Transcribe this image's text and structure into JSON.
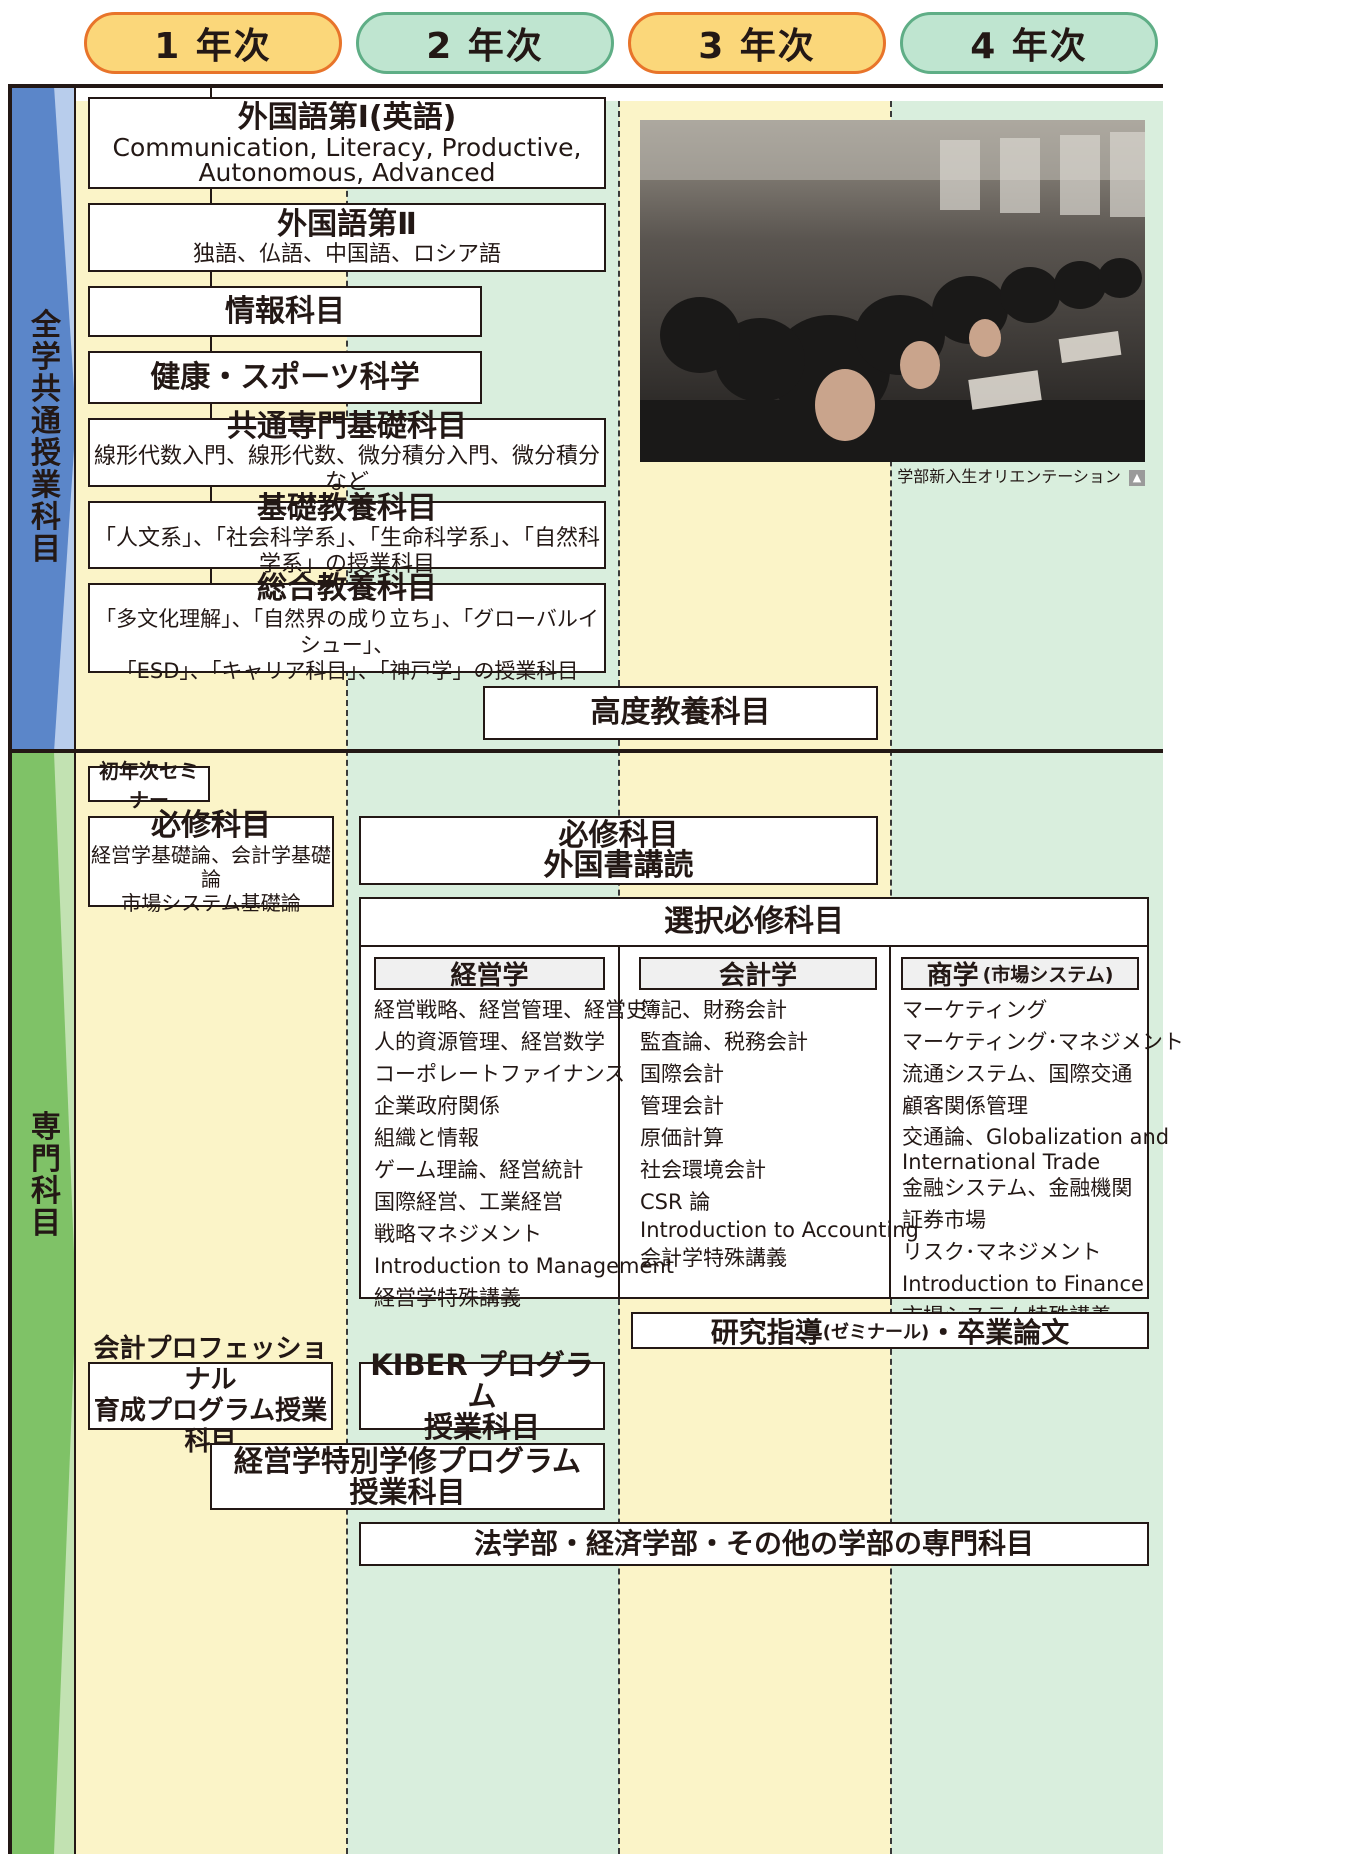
{
  "years": [
    "1 年次",
    "2 年次",
    "3 年次",
    "4 年次"
  ],
  "section_common": {
    "label": "全学共通授業科目",
    "foreign1": {
      "title": "外国語第Ⅰ(英語)",
      "sub1": "Communication, Literacy, Productive,",
      "sub2": "Autonomous, Advanced"
    },
    "foreign2": {
      "title": "外国語第Ⅱ",
      "sub": "独語、仏語、中国語、ロシア語"
    },
    "info": "情報科目",
    "health": "健康・スポーツ科学",
    "common_basic": {
      "title": "共通専門基礎科目",
      "sub": "線形代数入門、線形代数、微分積分入門、微分積分など"
    },
    "liberal": {
      "title": "基礎教養科目",
      "sub": "「人文系」、「社会科学系」、「生命科学系」、「自然科学系」の授業科目"
    },
    "general": {
      "title": "総合教養科目",
      "sub1": "「多文化理解」、「自然界の成り立ち」、「グローバルイシュー」、",
      "sub2": "「ESD」、「キャリア科目」、「神戸学」の授業科目"
    },
    "advanced": "高度教養科目",
    "photo_caption": "学部新入生オリエンテーション"
  },
  "section_major": {
    "label": "専門科目",
    "seminar": "初年次セミナー",
    "required1": {
      "title": "必修科目",
      "sub1": "経営学基礎論、会計学基礎論",
      "sub2": "市場システム基礎論"
    },
    "required2": {
      "title1": "必修科目",
      "title2": "外国書講読"
    },
    "elective": {
      "title": "選択必修科目",
      "columns": [
        {
          "head": "経営学",
          "head_small": "",
          "items": [
            "経営戦略、経営管理、経営史",
            "人的資源管理、経営数学",
            "コーポレートファイナンス",
            "企業政府関係",
            "組織と情報",
            "ゲーム理論、経営統計",
            "国際経営、工業経営",
            "戦略マネジメント",
            "Introduction to Management",
            "経営学特殊講義"
          ]
        },
        {
          "head": "会計学",
          "head_small": "",
          "items": [
            "簿記、財務会計",
            "監査論、税務会計",
            "国際会計",
            "管理会計",
            "原価計算",
            "社会環境会計",
            "CSR 論",
            "Introduction to Accounting",
            "会計学特殊講義"
          ]
        },
        {
          "head": "商学",
          "head_small": "(市場システム)",
          "items": [
            "マーケティング",
            "マーケティング･マネジメント",
            "流通システム、国際交通",
            "顧客関係管理",
            "交通論、Globalization and",
            "International Trade",
            "金融システム、金融機関",
            "証券市場",
            "リスク･マネジメント",
            "Introduction to Finance",
            "市場システム特殊講義"
          ]
        }
      ]
    },
    "research": {
      "main": "研究指導",
      "small": "(ゼミナール)",
      "rest": "・卒業論文"
    },
    "accounting_pro": {
      "line1": "会計プロフェッショナル",
      "line2": "育成プログラム授業科目"
    },
    "kiber": {
      "line1": "KIBER プログラム",
      "line2": "授業科目"
    },
    "special": {
      "line1": "経営学特別学修プログラム",
      "line2": "授業科目"
    },
    "other": "法学部・経済学部・その他の学部の専門科目"
  },
  "colors": {
    "yellow": "#fbf4c8",
    "green": "#d9eedd",
    "blue_band": "#5b86c9",
    "green_band": "#7fc267"
  }
}
